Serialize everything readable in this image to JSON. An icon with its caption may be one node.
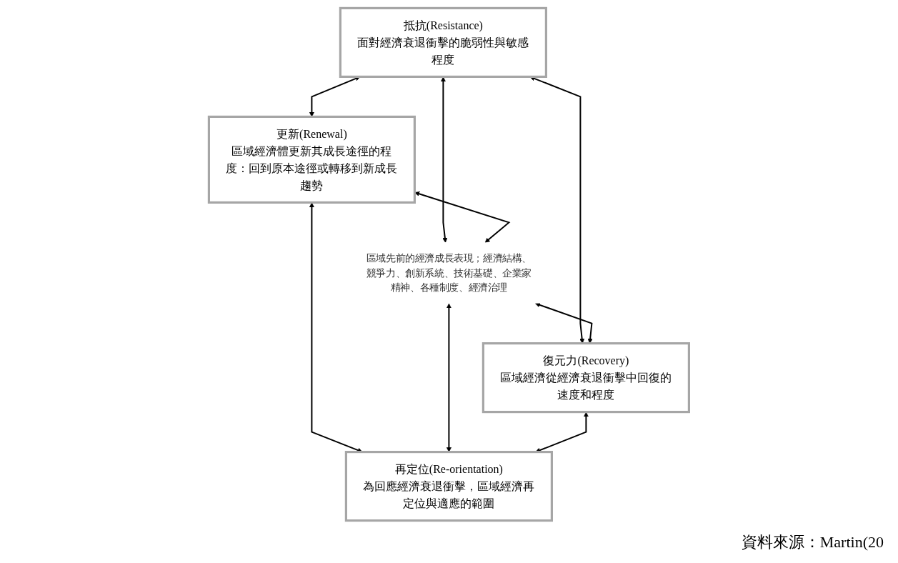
{
  "diagram": {
    "nodes": [
      {
        "text": [
          "抵抗(Resistance)",
          "面對經濟衰退衝擊的脆弱性與敏感程度"
        ]
      },
      {
        "text": [
          "更新(Renewal)",
          "區域經濟體更新其成長途徑的程度：回到原本途徑或轉移到新成長趨勢"
        ]
      },
      {
        "text": [
          "區域先前的經濟成長表現；經濟結構、競爭力、創新系統、技術基礎、企業家精神、各種制度、經濟治理"
        ]
      },
      {
        "text": [
          "復元力(Recovery)",
          "區域經濟從經濟衰退衝擊中回復的速度和程度"
        ]
      },
      {
        "text": [
          "再定位(Re-orientation)",
          "為回應經濟衰退衝擊，區域經濟再定位與適應的範圍"
        ]
      }
    ],
    "edges": [
      {
        "from": 0,
        "to": 1,
        "arrow": "both"
      },
      {
        "from": 0,
        "to": 2,
        "arrow": "both"
      },
      {
        "from": 0,
        "to": 3,
        "arrow": "both"
      },
      {
        "from": 1,
        "to": 2,
        "arrow": "both"
      },
      {
        "from": 2,
        "to": 3,
        "arrow": "both"
      },
      {
        "from": 1,
        "to": 4,
        "arrow": "both"
      },
      {
        "from": 2,
        "to": 4,
        "arrow": "both"
      },
      {
        "from": 3,
        "to": 4,
        "arrow": "both"
      }
    ],
    "labels": [
      "資料來源：Martin(20"
    ]
  }
}
